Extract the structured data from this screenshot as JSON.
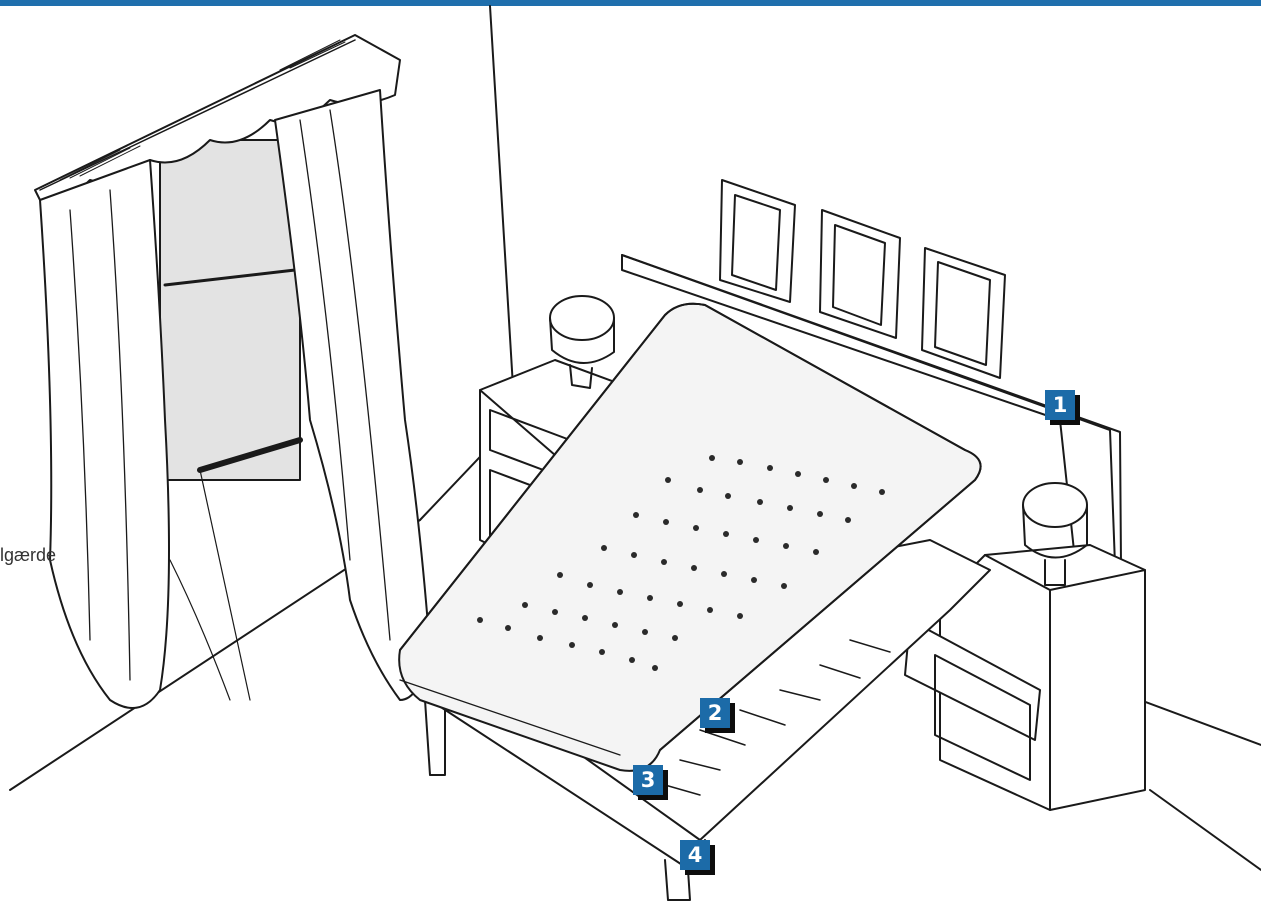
{
  "accent_color": "#1f6fad",
  "badge_color": "#1c6ba8",
  "stray_label": "lgærde",
  "callouts": [
    {
      "number": "1",
      "target": "headboard"
    },
    {
      "number": "2",
      "target": "mattress"
    },
    {
      "number": "3",
      "target": "slatted-base"
    },
    {
      "number": "4",
      "target": "bed-leg"
    }
  ]
}
